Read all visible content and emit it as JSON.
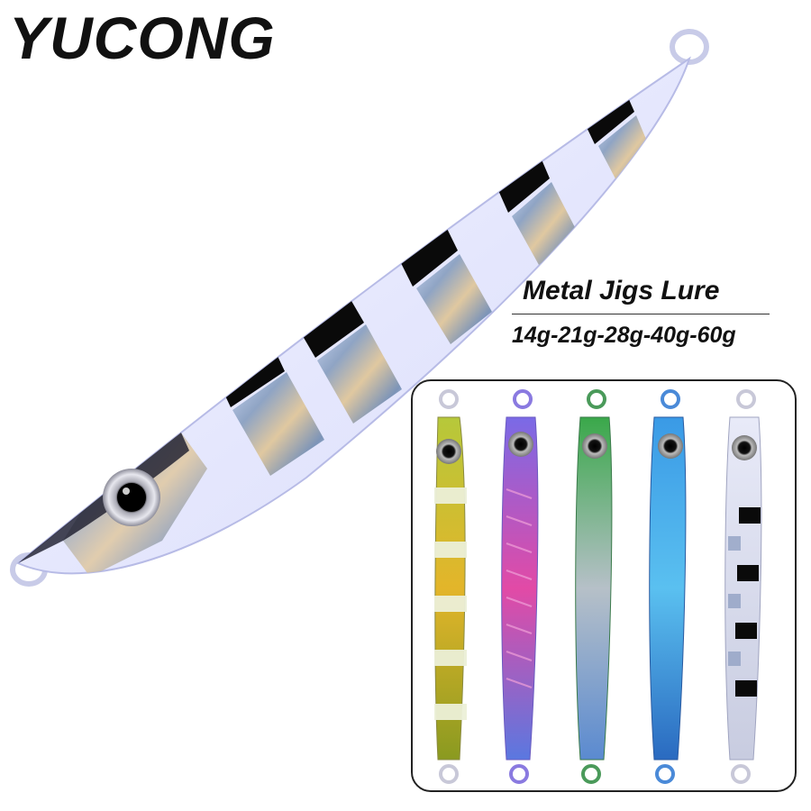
{
  "brand": {
    "name": "YUCONG"
  },
  "product": {
    "title": "Metal Jigs Lure",
    "weights": "14g-21g-28g-40g-60g"
  },
  "hero_lure": {
    "icon": "zebra-glow-jig-lure-icon",
    "body_color": "#e6e8ff",
    "stripe_color": "#0a0a0a",
    "holo_color": "#9aa8c8"
  },
  "variants": [
    {
      "icon": "gold-glow-stripe-jig-icon",
      "colors": [
        "#b6c83a",
        "#e3b52a",
        "#8a9a20"
      ]
    },
    {
      "icon": "purple-pink-jig-icon",
      "colors": [
        "#7a6ae6",
        "#e24aa6",
        "#5a78e0"
      ]
    },
    {
      "icon": "green-silver-jig-icon",
      "colors": [
        "#3aa84a",
        "#b6c0c8",
        "#5a8ad0"
      ]
    },
    {
      "icon": "blue-holo-jig-icon",
      "colors": [
        "#3a9ae6",
        "#5ac0f0",
        "#2a6ac0"
      ]
    },
    {
      "icon": "zebra-glow-jig-small-icon",
      "colors": [
        "#e8eaf8",
        "#0a0a0a",
        "#a8b0c8"
      ]
    }
  ]
}
